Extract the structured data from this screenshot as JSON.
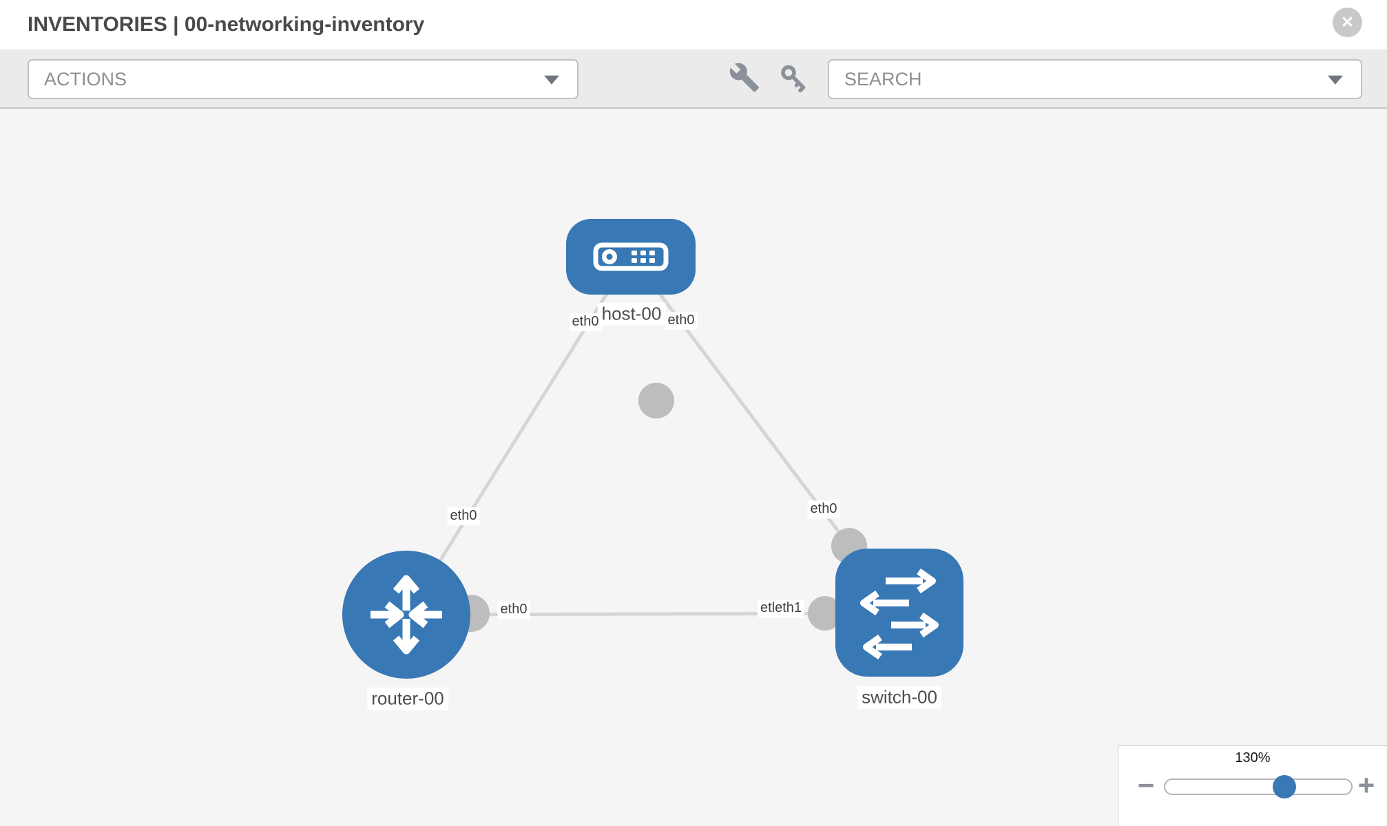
{
  "header": {
    "title": "INVENTORIES | 00-networking-inventory"
  },
  "icons": {
    "close": "✕",
    "minus": "−",
    "plus": "+"
  },
  "toolbar": {
    "actions_label": "ACTIONS",
    "search_label": "SEARCH"
  },
  "topology": {
    "nodes": [
      {
        "id": "host-00",
        "type": "host",
        "label": "host-00"
      },
      {
        "id": "router-00",
        "type": "router",
        "label": "router-00"
      },
      {
        "id": "switch-00",
        "type": "switch",
        "label": "switch-00"
      }
    ],
    "links": [
      {
        "from": "router-00",
        "to": "host-00",
        "from_interface": "eth0",
        "to_interface": "eth0"
      },
      {
        "from": "host-00",
        "to": "switch-00",
        "from_interface": "eth0",
        "to_interface": "eth0"
      },
      {
        "from": "router-00",
        "to": "switch-00",
        "from_interface": "eth0",
        "to_interface_label": "etleth1"
      }
    ]
  },
  "zoom_control": {
    "level": "130%",
    "percent": 130
  },
  "colors": {
    "node_blue": "#3878b4",
    "link_gray": "#d5d5d5",
    "dot_gray": "#bdbdbd",
    "toolbar_bg": "#ebebeb",
    "canvas_bg": "#f5f5f6"
  }
}
